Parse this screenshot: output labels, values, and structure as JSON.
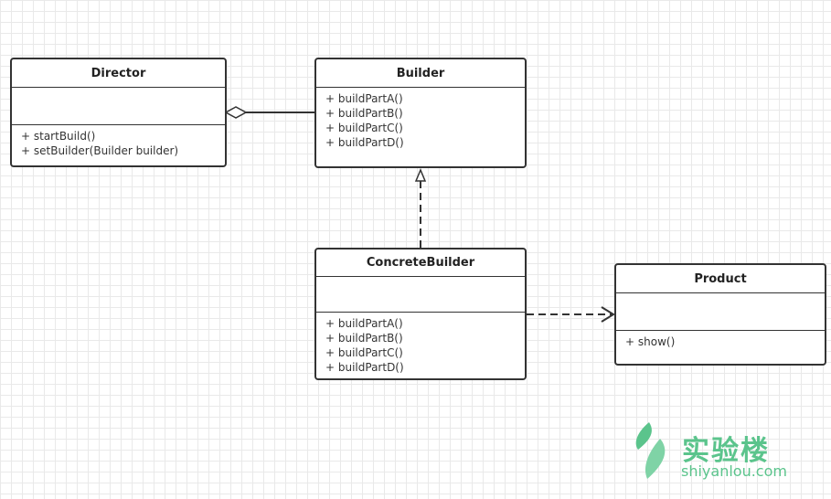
{
  "director": {
    "name": "Director",
    "operations": [
      "+ startBuild()",
      "+ setBuilder(Builder builder)"
    ]
  },
  "builder": {
    "name": "Builder",
    "operations": [
      "+ buildPartA()",
      "+ buildPartB()",
      "+ buildPartC()",
      "+ buildPartD()"
    ]
  },
  "concrete_builder": {
    "name": "ConcreteBuilder",
    "operations": [
      "+ buildPartA()",
      "+ buildPartB()",
      "+ buildPartC()",
      "+ buildPartD()"
    ]
  },
  "product": {
    "name": "Product",
    "operations": [
      "+ show()"
    ]
  },
  "watermark": {
    "title": "实验楼",
    "subtitle": "shiyanlou.com",
    "color": "#5bc48c"
  }
}
